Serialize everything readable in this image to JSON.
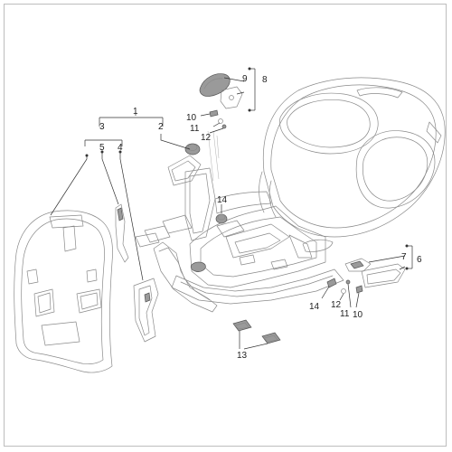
{
  "labels": {
    "l1": "1",
    "l2": "2",
    "l3": "3",
    "l4": "4",
    "l5": "5",
    "l6": "6",
    "l7": "7",
    "l8": "8",
    "l9": "9",
    "l10a": "10",
    "l11a": "11",
    "l12a": "12",
    "l13": "13",
    "l14a": "14",
    "l14b": "14",
    "l12b": "12",
    "l11b": "11",
    "l10b": "10"
  },
  "colors": {
    "line": "#8a8a8a",
    "label": "#222222",
    "frame": "#bdbdbd"
  }
}
